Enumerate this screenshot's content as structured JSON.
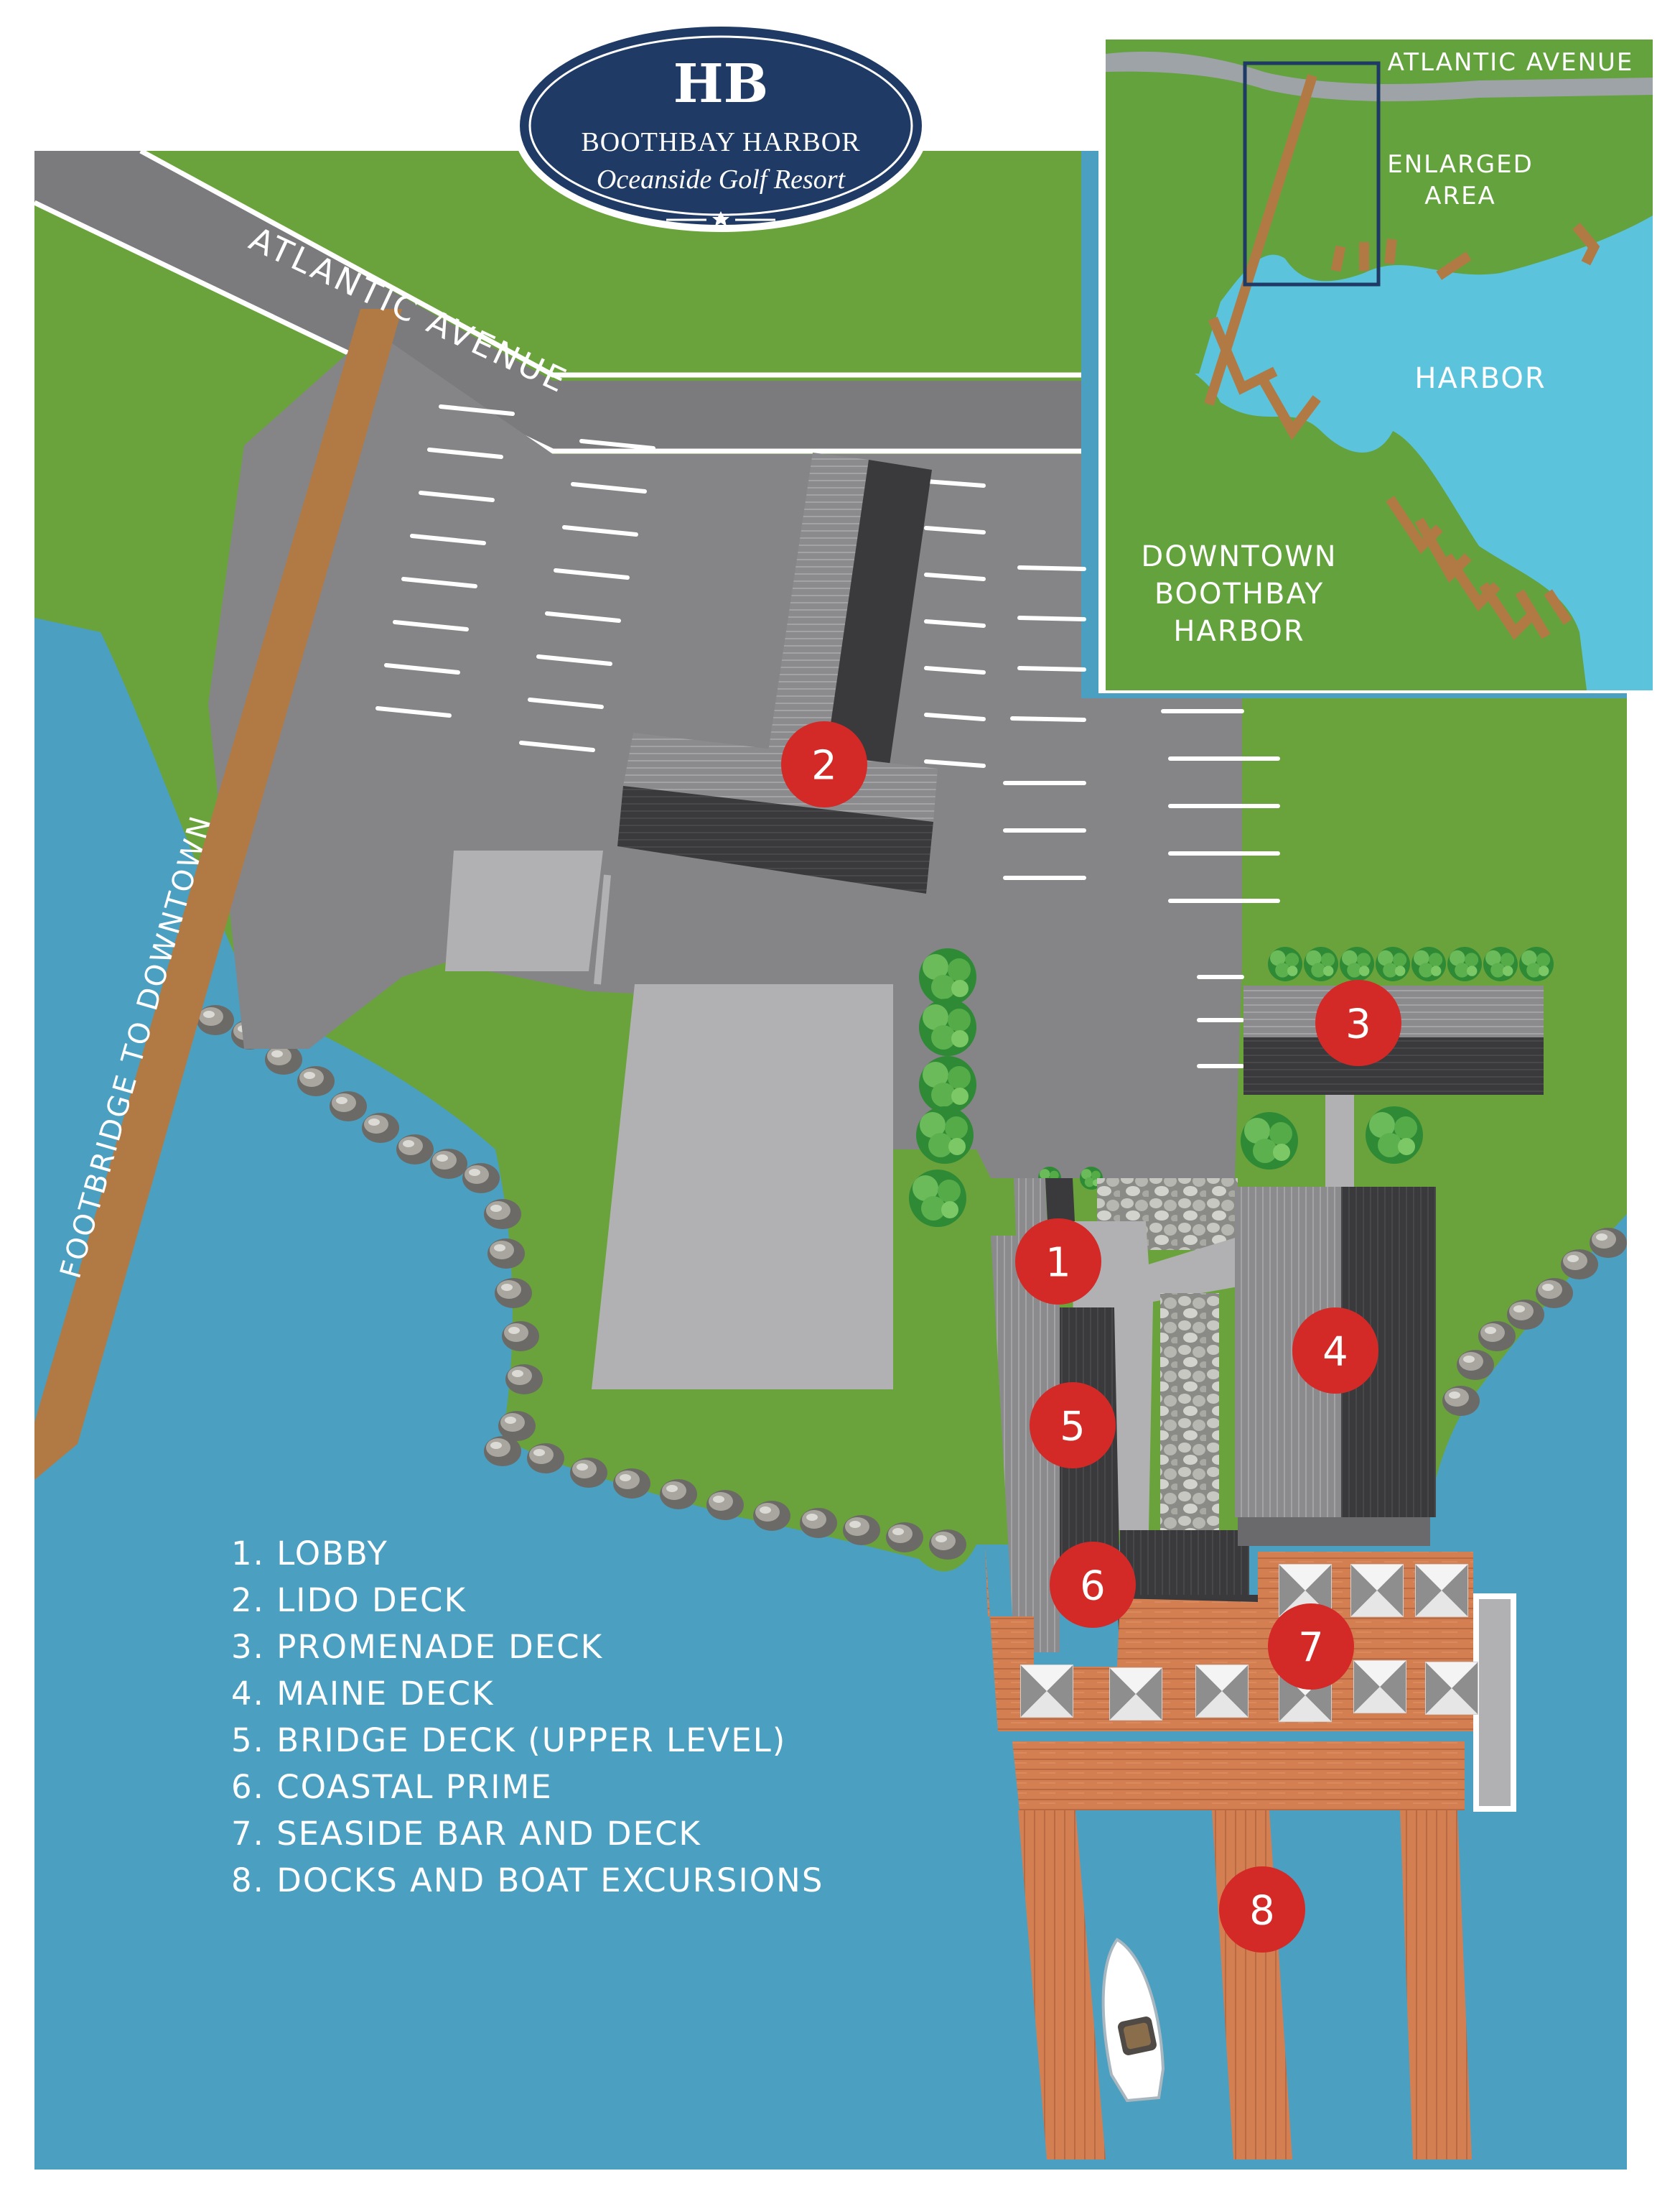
{
  "logo": {
    "monogram": "HB",
    "title": "BOOTHBAY HARBOR",
    "subtitle": "Oceanside Golf Resort"
  },
  "streets": {
    "atlantic_avenue": "ATLANTIC AVENUE",
    "footbridge": "FOOTBRIDGE TO DOWNTOWN"
  },
  "inset": {
    "atlantic_avenue": "ATLANTIC AVENUE",
    "enlarged_area_line1": "ENLARGED",
    "enlarged_area_line2": "AREA",
    "harbor": "HARBOR",
    "downtown_line1": "DOWNTOWN",
    "downtown_line2": "BOOTHBAY",
    "downtown_line3": "HARBOR"
  },
  "markers": [
    {
      "number": "1",
      "place": "LOBBY"
    },
    {
      "number": "2",
      "place": "LIDO DECK"
    },
    {
      "number": "3",
      "place": "PROMENADE DECK"
    },
    {
      "number": "4",
      "place": "MAINE DECK"
    },
    {
      "number": "5",
      "place": "BRIDGE DECK (UPPER LEVEL)"
    },
    {
      "number": "6",
      "place": "COASTAL PRIME"
    },
    {
      "number": "7",
      "place": "SEASIDE BAR AND DECK"
    },
    {
      "number": "8",
      "place": "DOCKS AND BOAT EXCURSIONS"
    }
  ],
  "legend": [
    "1. LOBBY",
    "2. LIDO DECK",
    "3. PROMENADE DECK",
    "4. MAINE DECK",
    "5. BRIDGE DECK (UPPER LEVEL)",
    "6. COASTAL PRIME",
    "7. SEASIDE BAR AND DECK",
    "8. DOCKS AND BOAT EXCURSIONS"
  ],
  "colors": {
    "water": "#4b9fc1",
    "inset_water": "#5bc3dc",
    "grass": "#6aa33b",
    "inset_grass": "#63a23c",
    "asphalt": "#858587",
    "road": "#7b7b7d",
    "building_dark": "#3b3b3d",
    "building_light": "#7f7f82",
    "deck_wood": "#d47f52",
    "footbridge": "#b17a45",
    "marker_red": "#d42a27",
    "logo_navy": "#1f3a64"
  }
}
